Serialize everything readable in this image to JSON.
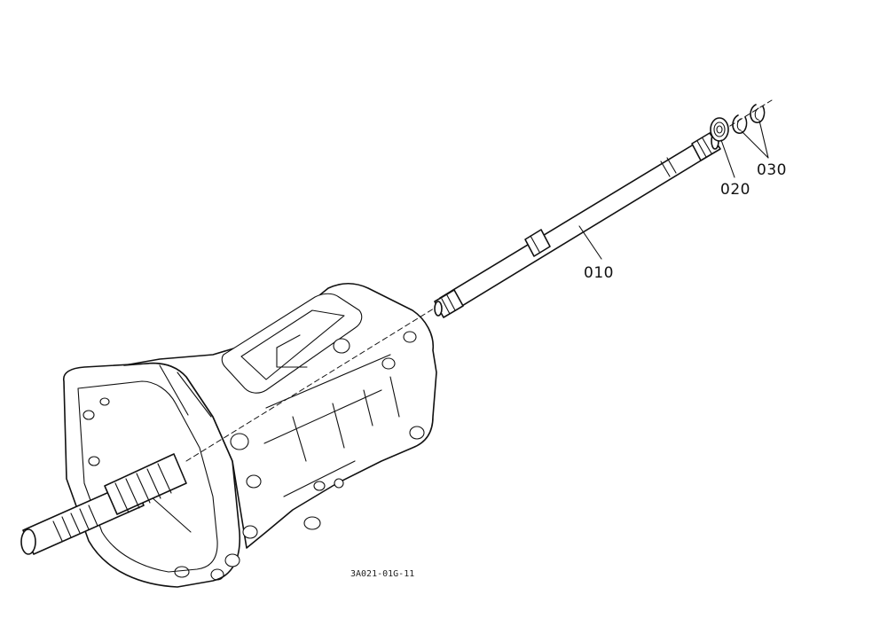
{
  "diagram": {
    "callouts": {
      "shaft": "010",
      "bearing": "020",
      "circlips": "030"
    },
    "figure_code": "3A021-01G-11"
  }
}
